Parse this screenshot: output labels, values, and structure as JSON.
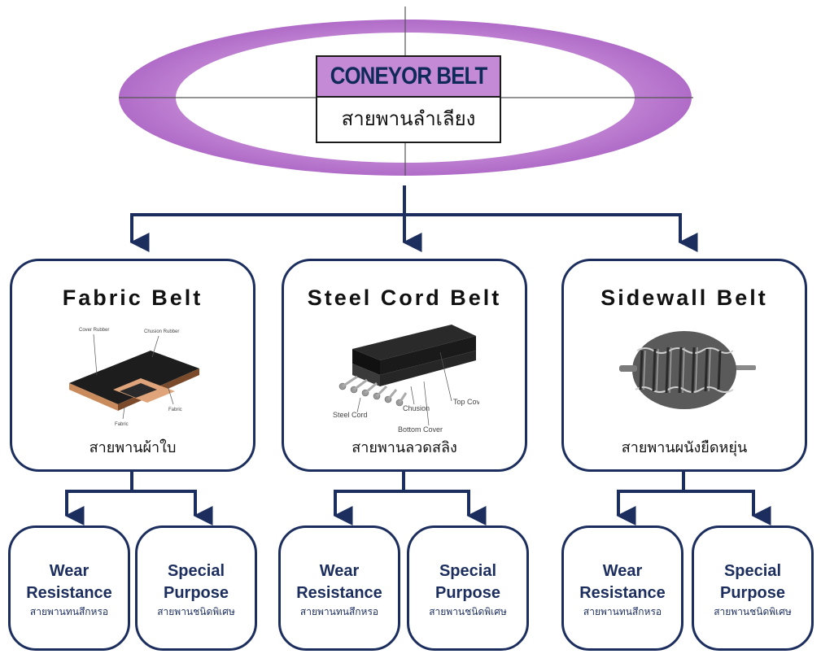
{
  "root": {
    "title": "CONEYOR BELT",
    "subtitle": "สายพานลำเลียง"
  },
  "belts": [
    {
      "title": "Fabric Belt",
      "subtitle": "สายพานผ้าใบ",
      "figure_labels": [
        "Cover Rubber",
        "Chusion Rubber",
        "Fabric",
        "Fabric"
      ],
      "children": [
        {
          "en_line1": "Wear",
          "en_line2": "Resistance",
          "th": "สายพานทนสึกหรอ"
        },
        {
          "en_line1": "Special",
          "en_line2": "Purpose",
          "th": "สายพานชนิดพิเศษ"
        }
      ]
    },
    {
      "title": "Steel Cord Belt",
      "subtitle": "สายพานลวดสลิง",
      "figure_labels": [
        "Top Cover",
        "Steel Cord",
        "Chusion",
        "Bottom Cover"
      ],
      "children": [
        {
          "en_line1": "Wear",
          "en_line2": "Resistance",
          "th": "สายพานทนสึกหรอ"
        },
        {
          "en_line1": "Special",
          "en_line2": "Purpose",
          "th": "สายพานชนิดพิเศษ"
        }
      ]
    },
    {
      "title": "Sidewall Belt",
      "subtitle": "สายพานผนังยืดหยุ่น",
      "figure_labels": [],
      "children": [
        {
          "en_line1": "Wear",
          "en_line2": "Resistance",
          "th": "สายพานทนสึกหรอ"
        },
        {
          "en_line1": "Special",
          "en_line2": "Purpose",
          "th": "สายพานชนิดพิเศษ"
        }
      ]
    }
  ],
  "colors": {
    "ellipse": "#c58ad6",
    "ellipse_inner": "#ffffff",
    "connector": "#1c2e5e",
    "title_bg": "#c58ad6",
    "title_text": "#0f2a58"
  }
}
